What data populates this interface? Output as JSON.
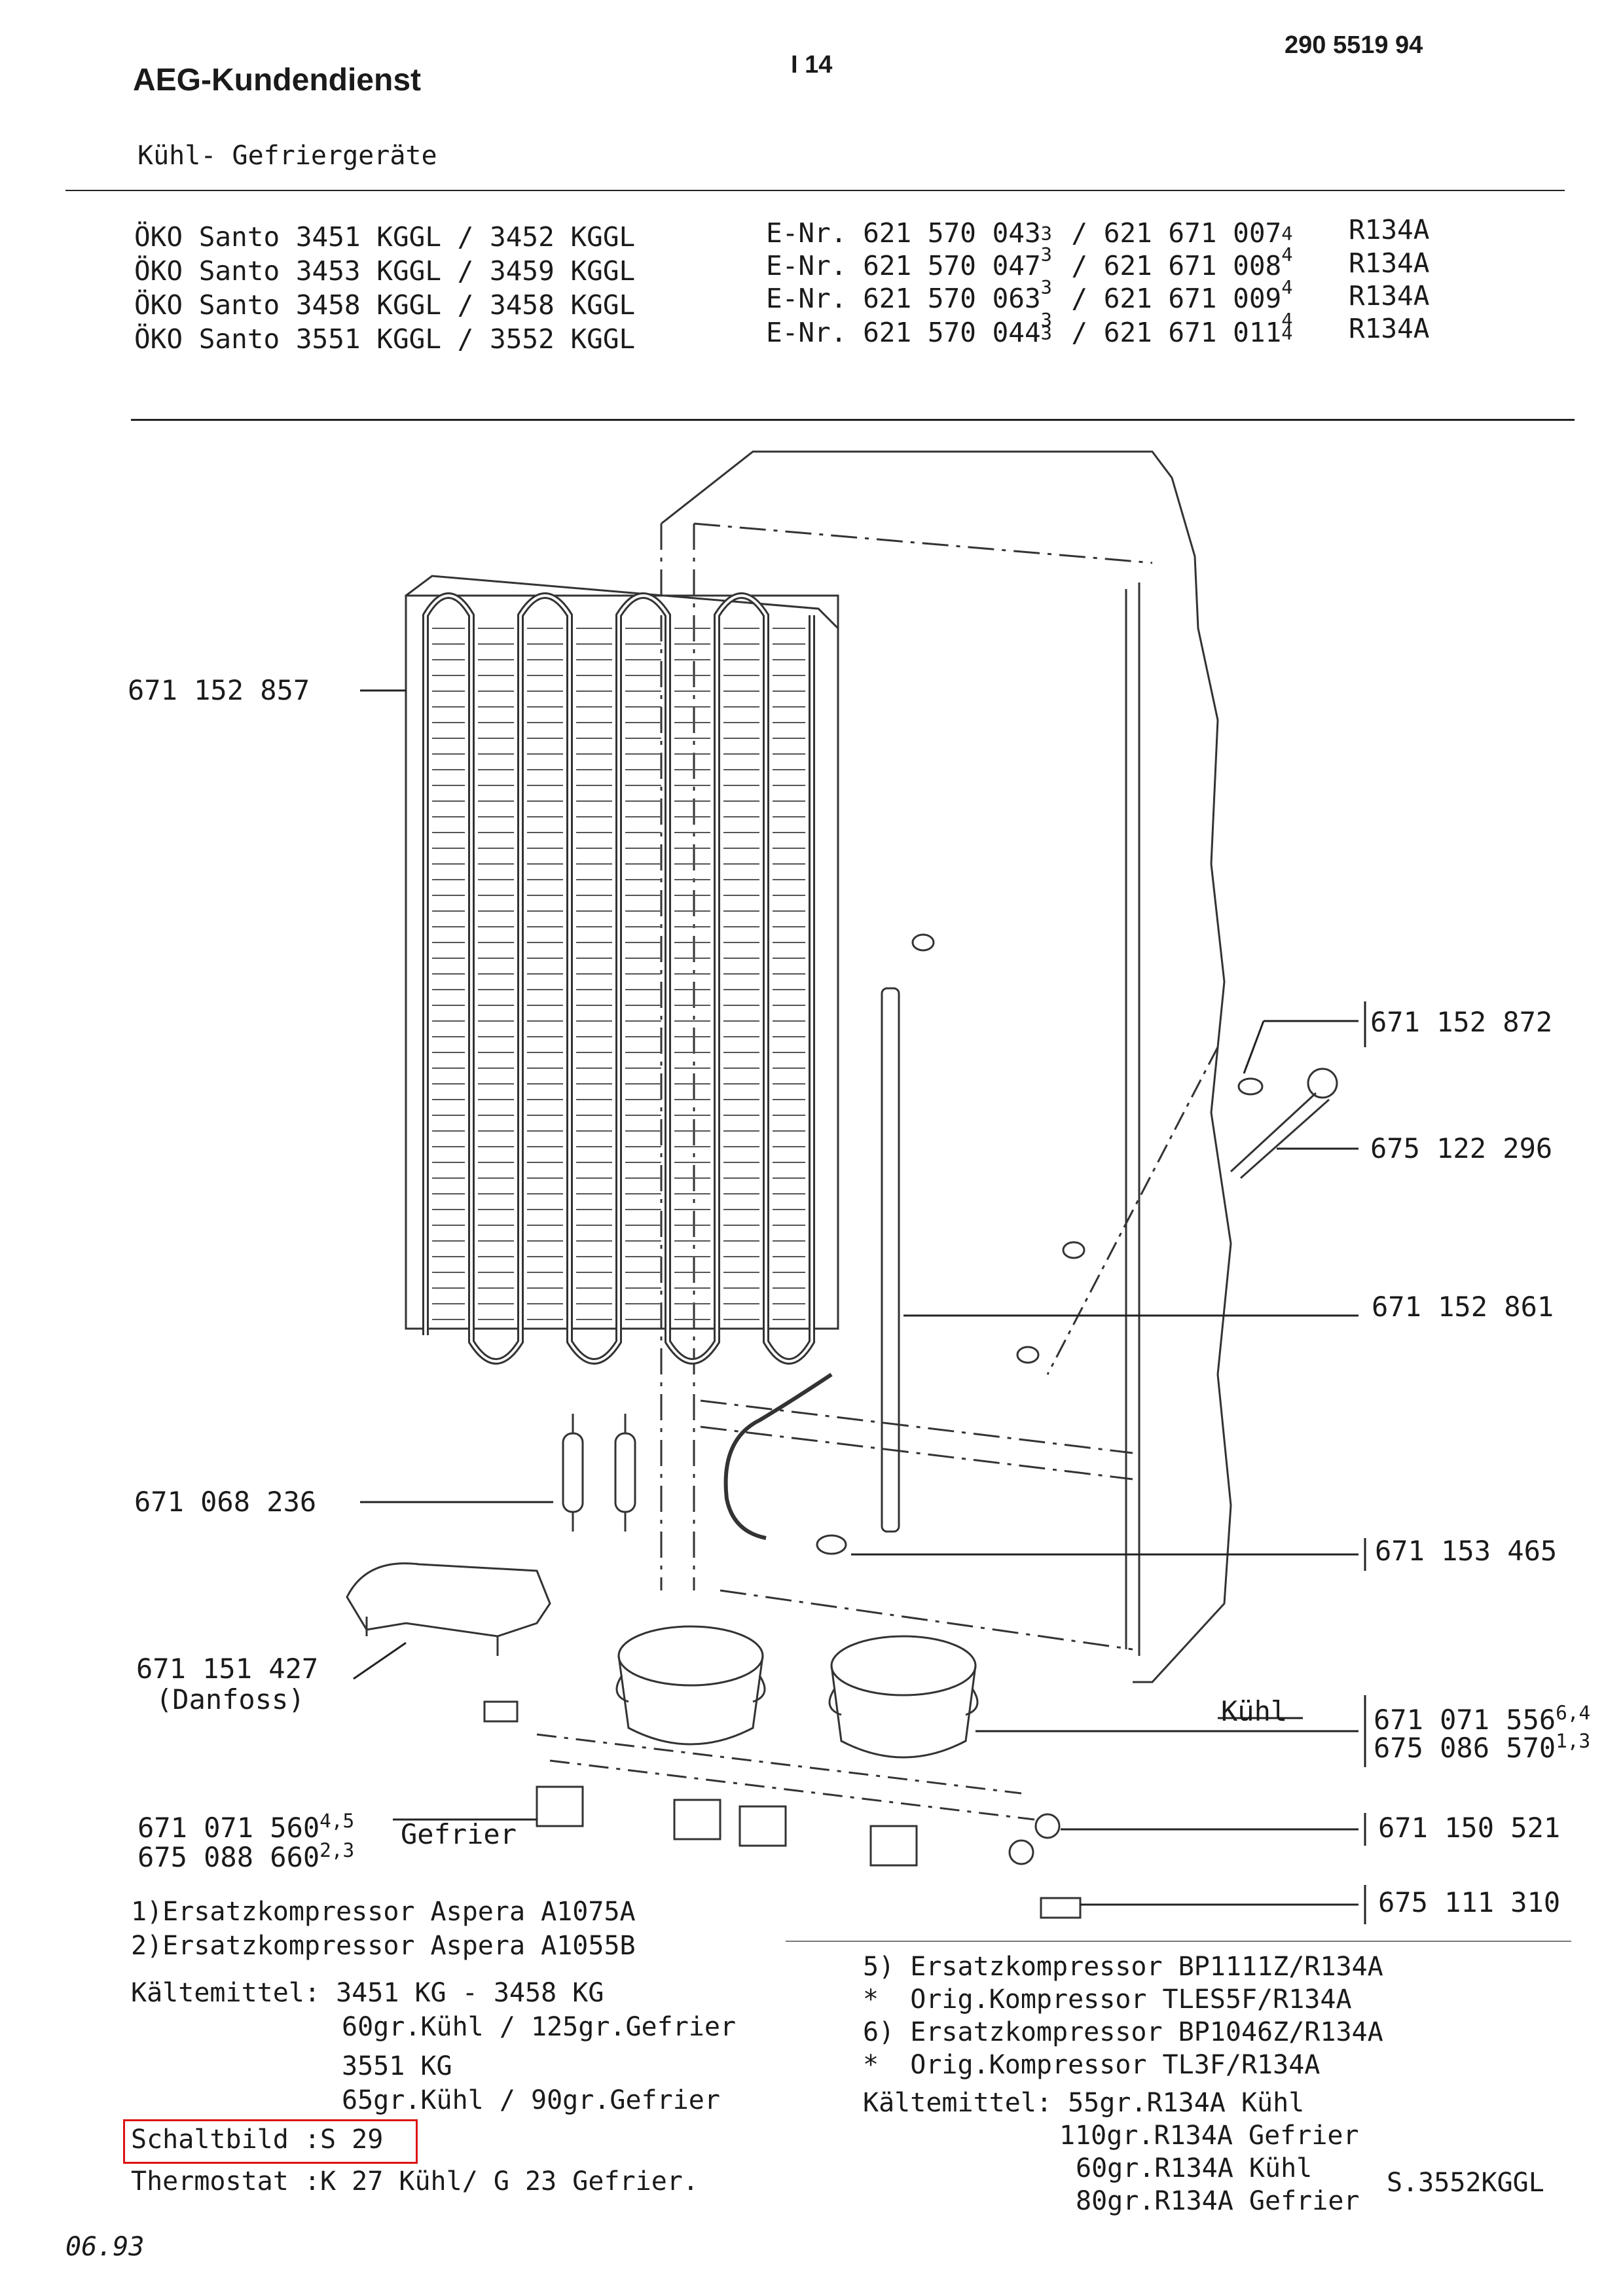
{
  "header": {
    "brand": "AEG-Kundendienst",
    "page_code": "I 14",
    "doc_number": "290 5519 94",
    "category": "Kühl- Gefriergeräte"
  },
  "models": [
    {
      "name": "ÖKO Santo 3451 KGGL / 3452 KGGL",
      "enr_label": "E-Nr.",
      "enr_a": "621 570 043",
      "enr_a_sup": "3",
      "enr_a_sub": "3",
      "enr_b": "/ 621 671 007",
      "enr_b_sup": "4",
      "enr_b_sub": "4",
      "refrigerant": "R134A"
    },
    {
      "name": "ÖKO Santo 3453 KGGL / 3459 KGGL",
      "enr_label": "E-Nr.",
      "enr_a": "621 570 047",
      "enr_a_sup": "",
      "enr_a_sub": "3",
      "enr_b": "/ 621 671 008",
      "enr_b_sup": "",
      "enr_b_sub": "4",
      "refrigerant": "R134A"
    },
    {
      "name": "ÖKO Santo 3458 KGGL / 3458 KGGL",
      "enr_label": "E-Nr.",
      "enr_a": "621 570 063",
      "enr_a_sup": "",
      "enr_a_sub": "3",
      "enr_b": "/ 621 671 009",
      "enr_b_sup": "",
      "enr_b_sub": "4",
      "refrigerant": "R134A"
    },
    {
      "name": "ÖKO Santo 3551 KGGL / 3552 KGGL",
      "enr_label": "E-Nr.",
      "enr_a": "621 570 044",
      "enr_a_sup": "3",
      "enr_a_sub": "",
      "enr_b": "/ 621 671 011",
      "enr_b_sup": "4",
      "enr_b_sub": "",
      "refrigerant": "R134A"
    }
  ],
  "parts": {
    "condenser": "671 152 857",
    "filter_drier": "671 068 236",
    "bracket": "671 151 427",
    "bracket_note": "(Danfoss)",
    "gefrier_compressor_a": "671 071 560",
    "gefrier_compressor_a_sup": "4,5",
    "gefrier_compressor_b": "675 088 660",
    "gefrier_compressor_b_sup": "2,3",
    "gefrier_label": "Gefrier",
    "kuehl_label": "Kühl",
    "p_872": "671 152 872",
    "p_296": "675 122 296",
    "p_861": "671 152 861",
    "p_465": "671 153 465",
    "kuehl_compressor_a": "671 071 556",
    "kuehl_compressor_a_sup": "6,4",
    "kuehl_compressor_b": "675 086 570",
    "kuehl_compressor_b_sup": "1,3",
    "p_521": "671 150 521",
    "p_310": "675 111 310"
  },
  "notes_left": [
    "1)Ersatzkompressor Aspera A1075A",
    "2)Ersatzkompressor Aspera A1055B",
    "Kältemittel: 3451 KG - 3458 KG",
    "60gr.Kühl / 125gr.Gefrier",
    "3551 KG",
    "65gr.Kühl / 90gr.Gefrier"
  ],
  "schaltbild": "Schaltbild :S 29",
  "thermostat": "Thermostat :K 27 Kühl/ G 23 Gefrier.",
  "notes_right": [
    "5) Ersatzkompressor BP1111Z/R134A",
    "*  Orig.Kompressor TLES5F/R134A",
    "6) Ersatzkompressor BP1046Z/R134A",
    "*  Orig.Kompressor TL3F/R134A",
    "Kältemittel: 55gr.R134A Kühl",
    "110gr.R134A Gefrier",
    "60gr.R134A Kühl",
    "80gr.R134A Gefrier"
  ],
  "model_ref": "S.3552KGGL",
  "date": "06.93"
}
